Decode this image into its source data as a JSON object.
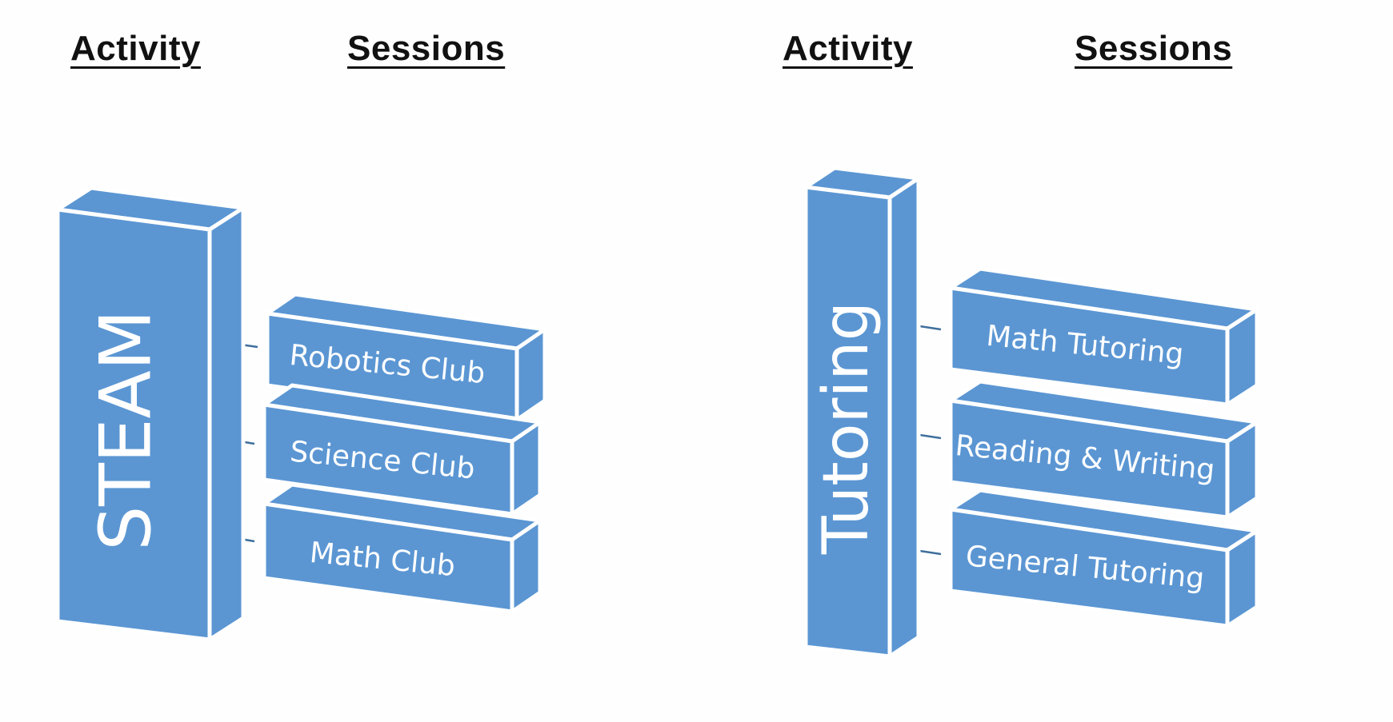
{
  "colors": {
    "front": "#5b96d3",
    "top": "#5b96d3",
    "side": "#5b96d3",
    "edge": "#ffffff",
    "connector": "#3e6f9c",
    "text": "#ffffff",
    "header": "#111111"
  },
  "groups": [
    {
      "activity_header": "Activity",
      "sessions_header": "Sessions",
      "activity": "STEAM",
      "sessions": [
        "Robotics Club",
        "Science Club",
        "Math Club"
      ]
    },
    {
      "activity_header": "Activity",
      "sessions_header": "Sessions",
      "activity": "Tutoring",
      "sessions": [
        "Math Tutoring",
        "Reading & Writing",
        "General Tutoring"
      ]
    }
  ]
}
